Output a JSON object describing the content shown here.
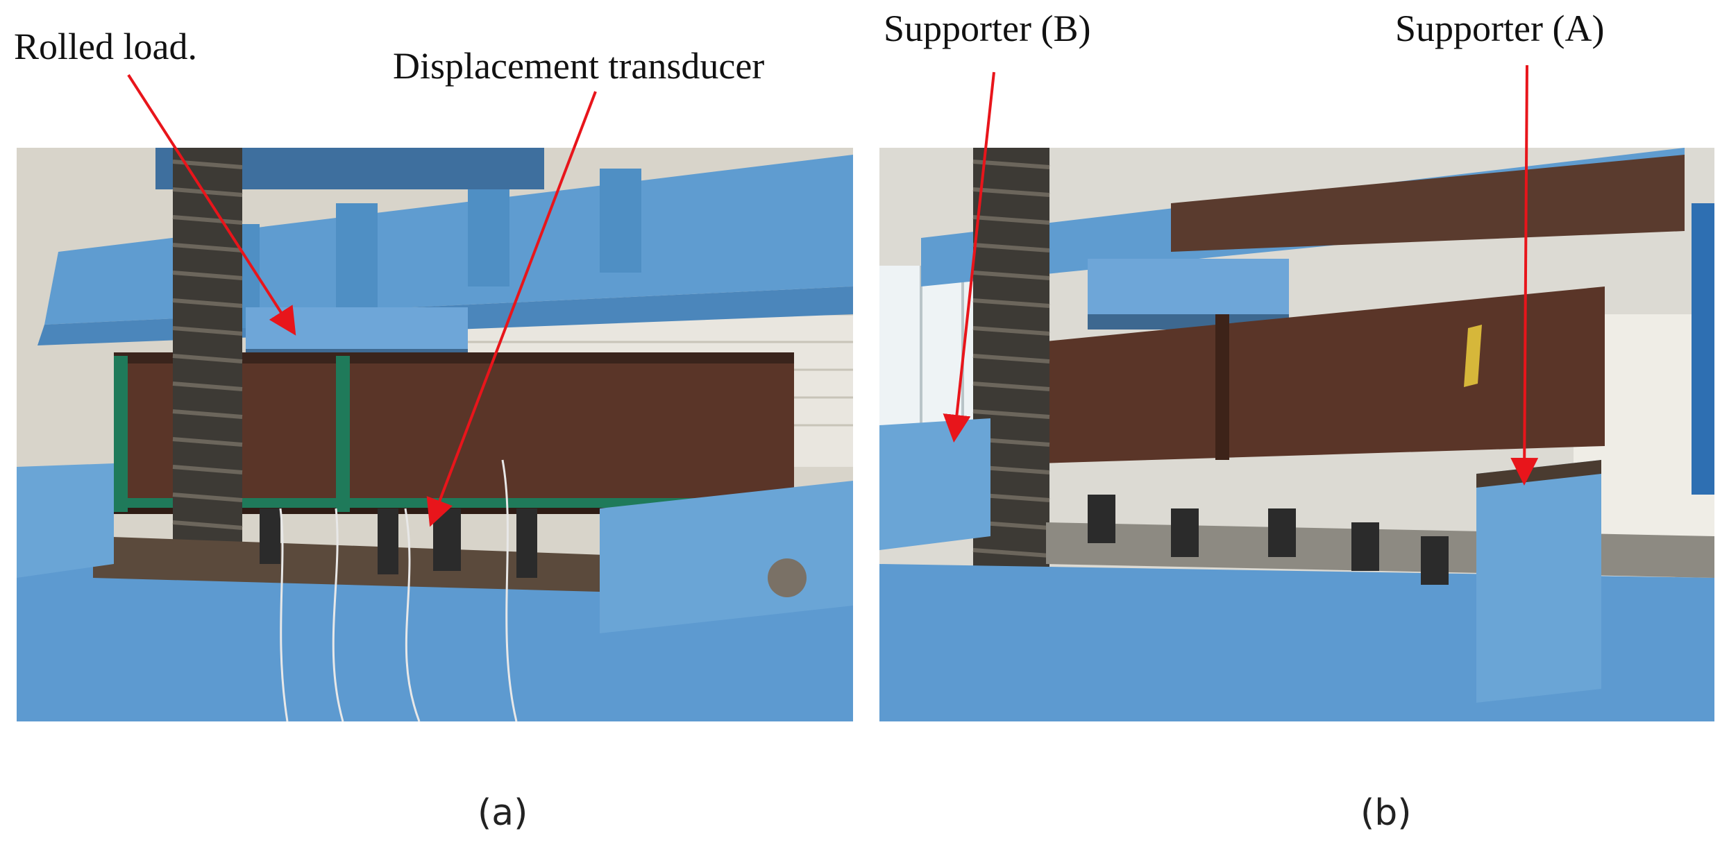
{
  "labels": {
    "rolled_load": "Rolled load.",
    "displacement_transducer": "Displacement transducer",
    "supporter_b": "Supporter (B)",
    "supporter_a": "Supporter (A)"
  },
  "captions": {
    "a": "(a)",
    "b": "(b)"
  },
  "colors": {
    "arrow": "#e8151b",
    "frame_blue": "#6aa5d6",
    "beam_brown": "#5a3528",
    "background": "#ffffff"
  }
}
